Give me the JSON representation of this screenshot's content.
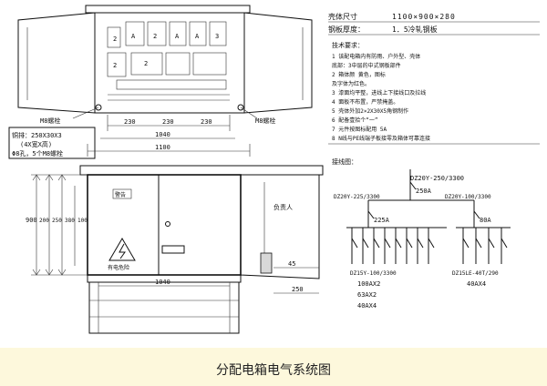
{
  "caption": "分配电箱电气系统图",
  "top_view": {
    "label_m8_left": "M8螺栓",
    "label_m8_right": "M8螺栓",
    "dim_230_a": "230",
    "dim_230_b": "230",
    "dim_230_c": "230",
    "dim_1040": "1040",
    "dim_1100": "1100",
    "box_note_1": "铜排：250X30X3",
    "box_note_2": "(4X宽X高)",
    "box_note_3": "Φ8孔，5个M8螺栓",
    "breaker_labels": [
      "2",
      "A",
      "2",
      "A",
      "A",
      "3",
      "2",
      "2"
    ]
  },
  "front_view": {
    "door_label": "警告",
    "hazard_text": "有电危险",
    "side_label": "负责人",
    "dim_1040": "1040",
    "dim_45": "45",
    "dim_250": "250",
    "dim_900": "900",
    "left_dims": [
      "200",
      "250",
      "380",
      "100"
    ]
  },
  "specs": {
    "line1_label": "壳体尺寸",
    "line1_value": "1100×900×280",
    "line2_label": "钢板厚度：",
    "line2_value": "1．5冷轧钢板",
    "tech_title": "技术要求：",
    "tech_items": [
      "1 该配电箱内有防雨、户外型、壳体",
      "  底部：3中层的中式钢板部件",
      "2 箱体颜   黄色，图标",
      "  及字体为红色。",
      "3 漆面均平整，进线上下接线口及拉线",
      "4 面板不布置，严禁掩盖。",
      "5 壳体外加2×2X30X5角钢制作",
      "6 配备壹拾个“一”",
      "7 元件按图标配用 5A",
      "8 N线与PE线端子板接零及箱体可靠连接"
    ],
    "wiring_title": "接线图：",
    "main_breaker": "DZ20Y-250/3300",
    "main_rating": "250A",
    "branch_left": "DZ20Y-225/3300",
    "branch_right": "DZ20Y-100/3300",
    "branch_left_rating": "225A",
    "branch_right_rating": "80A",
    "bottom_left_breaker": "DZ15Y-100/3300",
    "bottom_right_breaker": "DZ15LE-40T/290",
    "bottom_left_ratings": [
      "100AX2",
      "63AX2",
      "40AX4"
    ],
    "bottom_right_rating": "40AX4"
  }
}
